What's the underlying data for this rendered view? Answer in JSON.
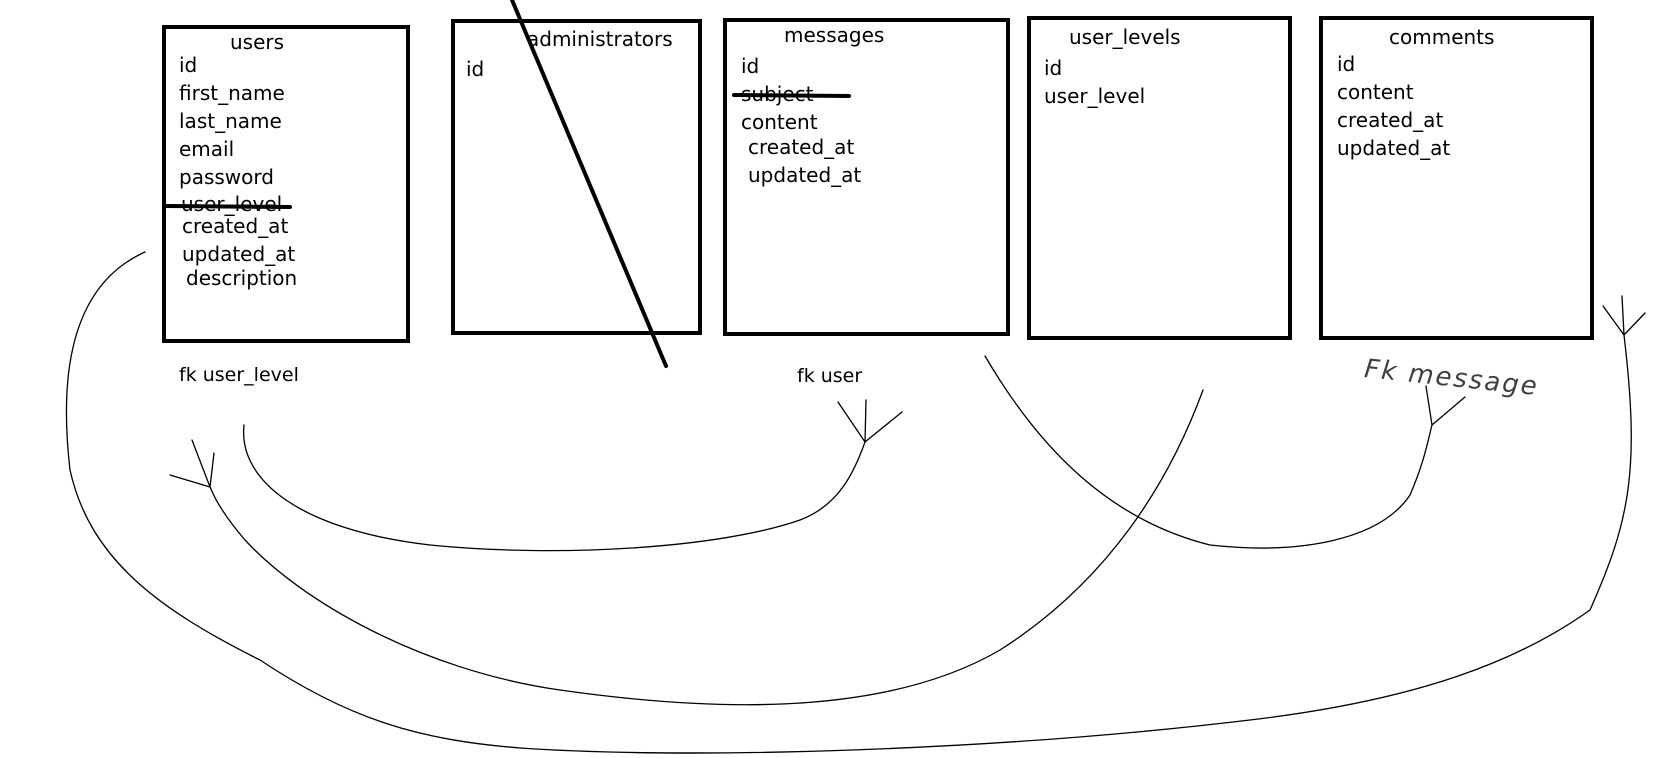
{
  "tables": {
    "users": {
      "title": "users",
      "fields": [
        "id",
        "first_name",
        "last_name",
        "email",
        "password",
        "user_level",
        "created_at",
        "updated_at",
        "description"
      ],
      "struck": [
        "user_level"
      ]
    },
    "administrators": {
      "title": "administrators",
      "fields": [
        "id"
      ],
      "crossed_out": true
    },
    "messages": {
      "title": "messages",
      "fields": [
        "id",
        "subject",
        "content",
        "created_at",
        "updated_at"
      ],
      "struck": [
        "subject"
      ]
    },
    "user_levels": {
      "title": "user_levels",
      "fields": [
        "id",
        "user_level"
      ]
    },
    "comments": {
      "title": "comments",
      "fields": [
        "id",
        "content",
        "created_at",
        "updated_at"
      ]
    }
  },
  "notes": {
    "users_fk": "fk user_level",
    "messages_fk": "fk user",
    "comments_fk": "Fk message"
  },
  "colors": {
    "line": "#000000",
    "background": "#ffffff"
  }
}
